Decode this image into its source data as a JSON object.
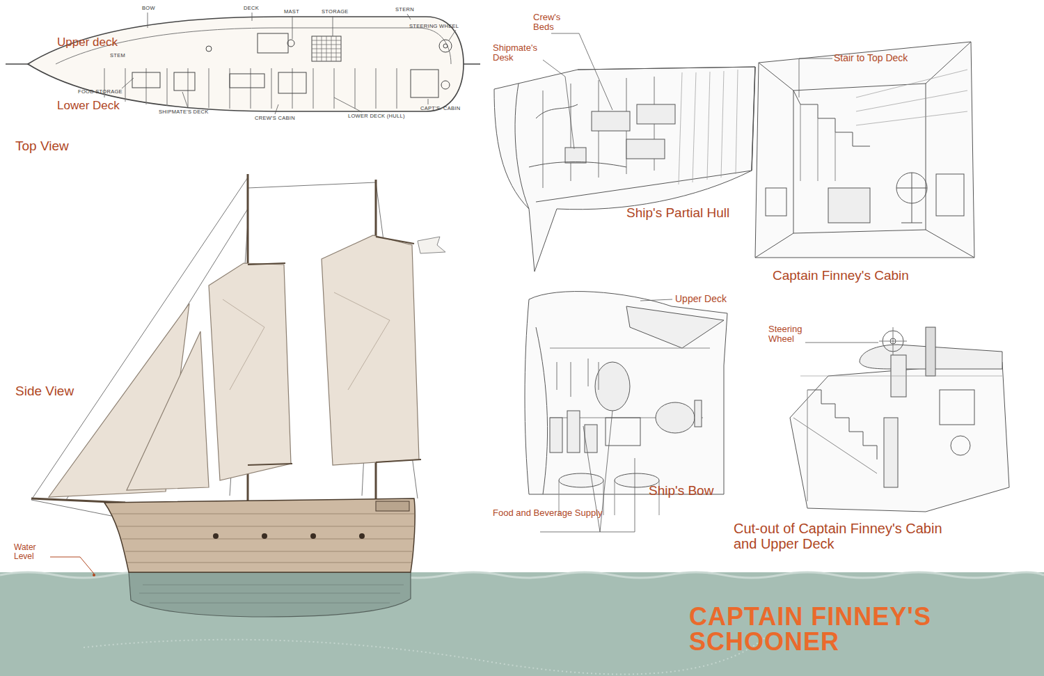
{
  "diagram": {
    "title": "CAPTAIN FINNEY'S SCHOONER",
    "labels": [
      "Upper deck",
      "BOW",
      "DECK",
      "MAST",
      "STORAGE",
      "STERN",
      "STEERING WHEEL",
      "STEM",
      "FOOD STORAGE",
      "Lower Deck",
      "SHIPMATE'S DECK",
      "CREW'S CABIN",
      "LOWER DECK (HULL)",
      "CAPT'S. CABIN",
      "Top View",
      "Side View",
      "Water Level",
      "Crew's Beds",
      "Shipmate's Desk",
      "Ship's Partial Hull",
      "Stair to Top Deck",
      "Captain Finney's Cabin",
      "Upper Deck",
      "Food and Beverage Supply",
      "Ship's Bow",
      "Steering Wheel",
      "Cut-out of Captain Finney's Cabin and Upper Deck"
    ]
  }
}
